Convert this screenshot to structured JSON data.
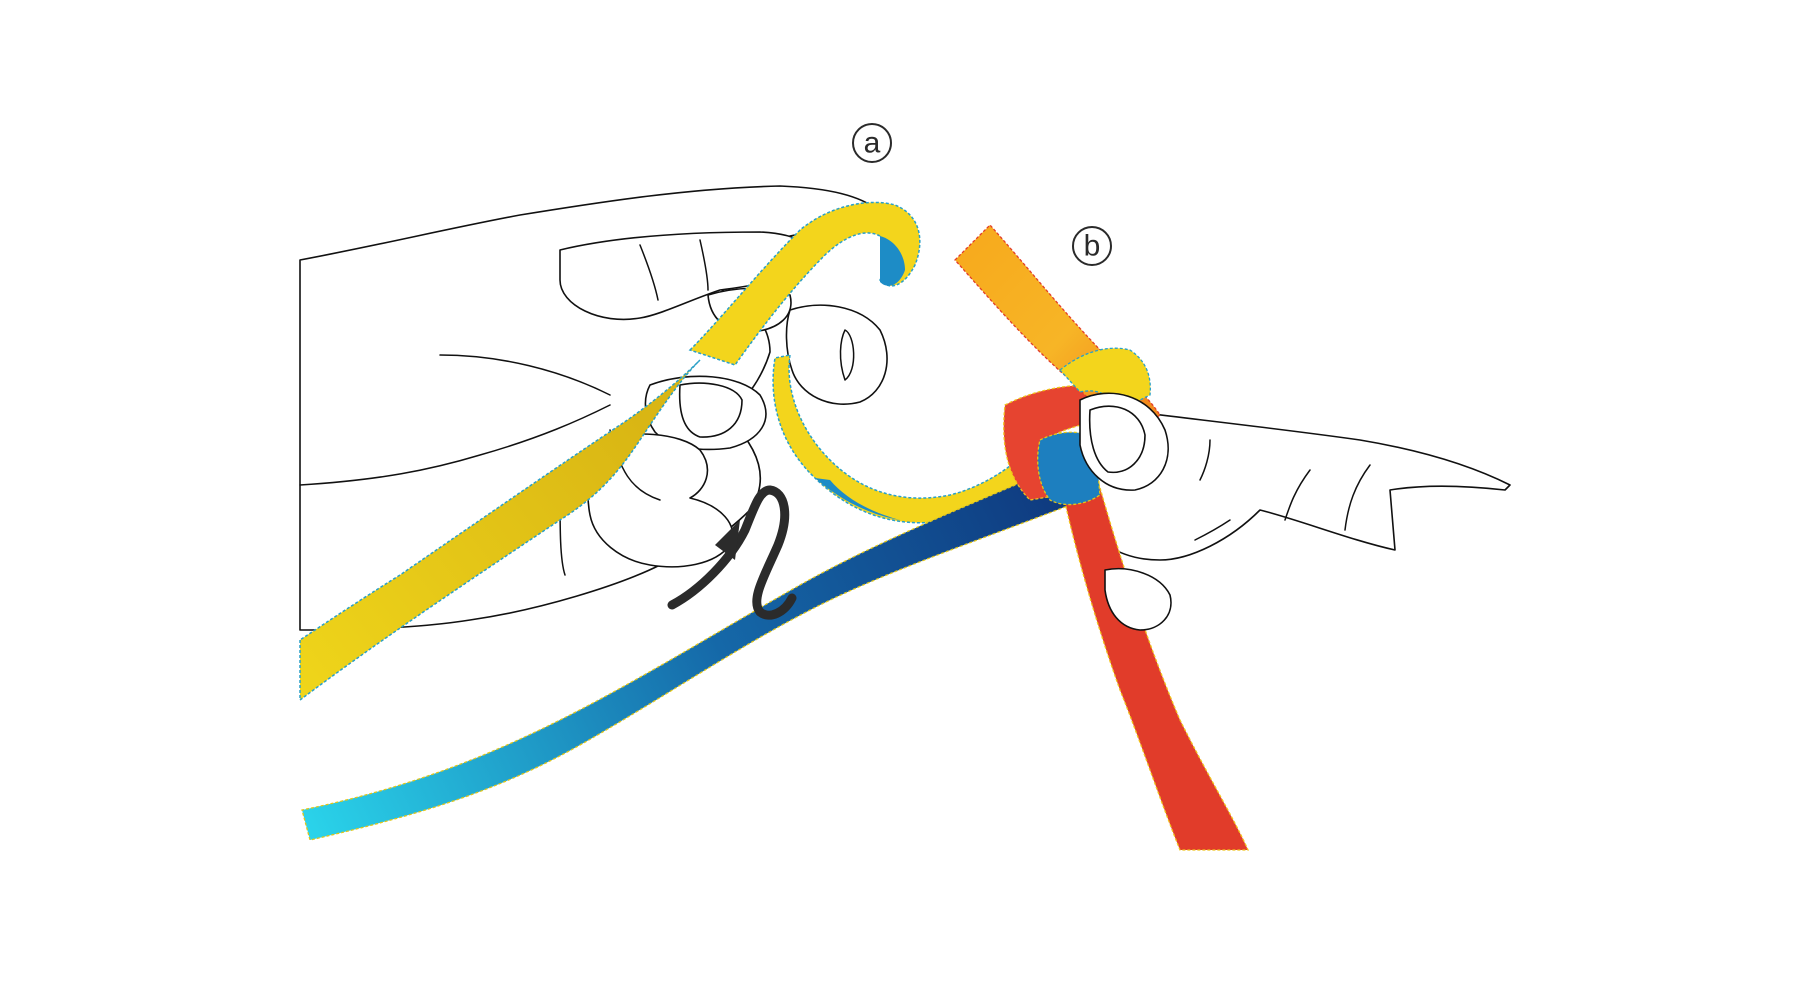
{
  "figure": {
    "labels": [
      {
        "id": "a",
        "text": "a"
      },
      {
        "id": "b",
        "text": "b"
      }
    ],
    "icons": {
      "loop_arrow": "loop-arrow-icon"
    },
    "colors": {
      "ribbon_yellow": "#f2d41c",
      "ribbon_blue_dark": "#143f86",
      "ribbon_blue_light": "#2ad3ea",
      "ribbon_blue_mid": "#1d8cc6",
      "ribbon_orange": "#f5a41c",
      "ribbon_red": "#e23d2a",
      "ribbon_edge": "#2aa0c8",
      "outline": "#111111"
    }
  }
}
